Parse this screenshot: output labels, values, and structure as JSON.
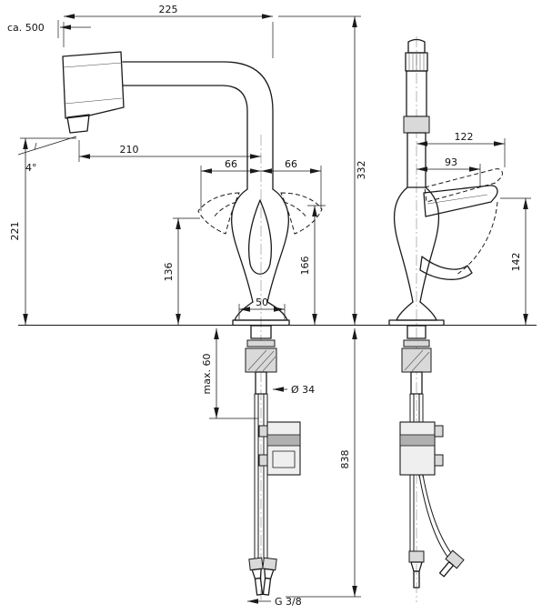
{
  "drawing": {
    "kind": "faucet installation dimension drawing",
    "views": [
      "front view",
      "side view"
    ],
    "colors": {
      "line": "#1a1a1a",
      "fill_light": "#d9d9d9",
      "background": "#ffffff"
    }
  },
  "dimensions": {
    "top_width": "225",
    "pullout_hose": "ca. 500",
    "spout_reach": "210",
    "swing_left": "66",
    "swing_right": "66",
    "total_height": "332",
    "spout_height": "221",
    "spray_angle": "4°",
    "handle_height_min": "136",
    "handle_height_max": "166",
    "base_width": "50",
    "side_handle_reach": "122",
    "side_grip_reach": "93",
    "side_handle_height": "142",
    "shank_diameter": "Ø 34",
    "deck_max_thickness": "max. 60",
    "below_deck_length": "838",
    "thread_size": "G 3/8"
  }
}
